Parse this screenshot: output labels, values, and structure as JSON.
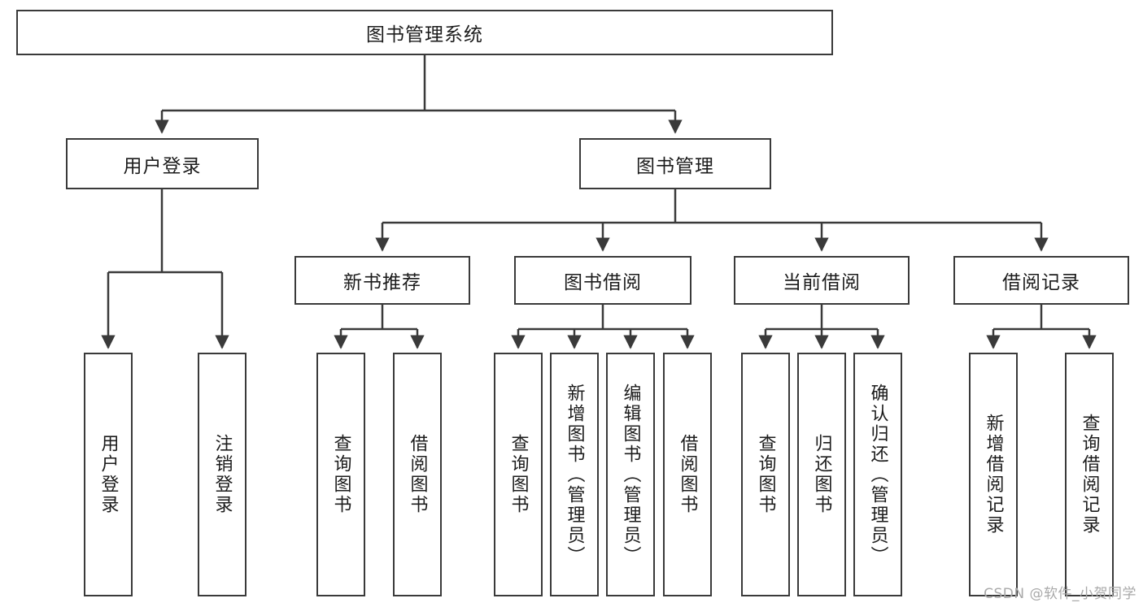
{
  "diagram": {
    "title": "图书管理系统",
    "watermark": "CSDN @软件_小贺同学",
    "line_color": "#3a3a3a",
    "background": "#ffffff",
    "text_color": "#1c1c1c",
    "watermark_color": "#a9a9a9"
  },
  "nodes": {
    "root": {
      "label": "图书管理系统",
      "orientation": "horizontal"
    },
    "level2": [
      {
        "label": "用户登录",
        "orientation": "horizontal"
      },
      {
        "label": "图书管理",
        "orientation": "horizontal"
      }
    ],
    "level3": [
      {
        "label": "新书推荐",
        "orientation": "horizontal"
      },
      {
        "label": "图书借阅",
        "orientation": "horizontal"
      },
      {
        "label": "当前借阅",
        "orientation": "horizontal"
      },
      {
        "label": "借阅记录",
        "orientation": "horizontal"
      }
    ],
    "leaves": {
      "user_login": [
        {
          "label": "用户登录",
          "orientation": "vertical"
        },
        {
          "label": "注销登录",
          "orientation": "vertical"
        }
      ],
      "new_book_recommend": [
        {
          "label": "查询图书",
          "orientation": "vertical"
        },
        {
          "label": "借阅图书",
          "orientation": "vertical"
        }
      ],
      "book_borrow": [
        {
          "label": "查询图书",
          "orientation": "vertical"
        },
        {
          "label": "新增图书（管理员）",
          "orientation": "vertical"
        },
        {
          "label": "编辑图书（管理员）",
          "orientation": "vertical"
        },
        {
          "label": "借阅图书",
          "orientation": "vertical"
        }
      ],
      "current_borrow": [
        {
          "label": "查询图书",
          "orientation": "vertical"
        },
        {
          "label": "归还图书",
          "orientation": "vertical"
        },
        {
          "label": "确认归还（管理员）",
          "orientation": "vertical"
        }
      ],
      "borrow_record": [
        {
          "label": "新增借阅记录",
          "orientation": "vertical"
        },
        {
          "label": "查询借阅记录",
          "orientation": "vertical"
        }
      ]
    }
  }
}
